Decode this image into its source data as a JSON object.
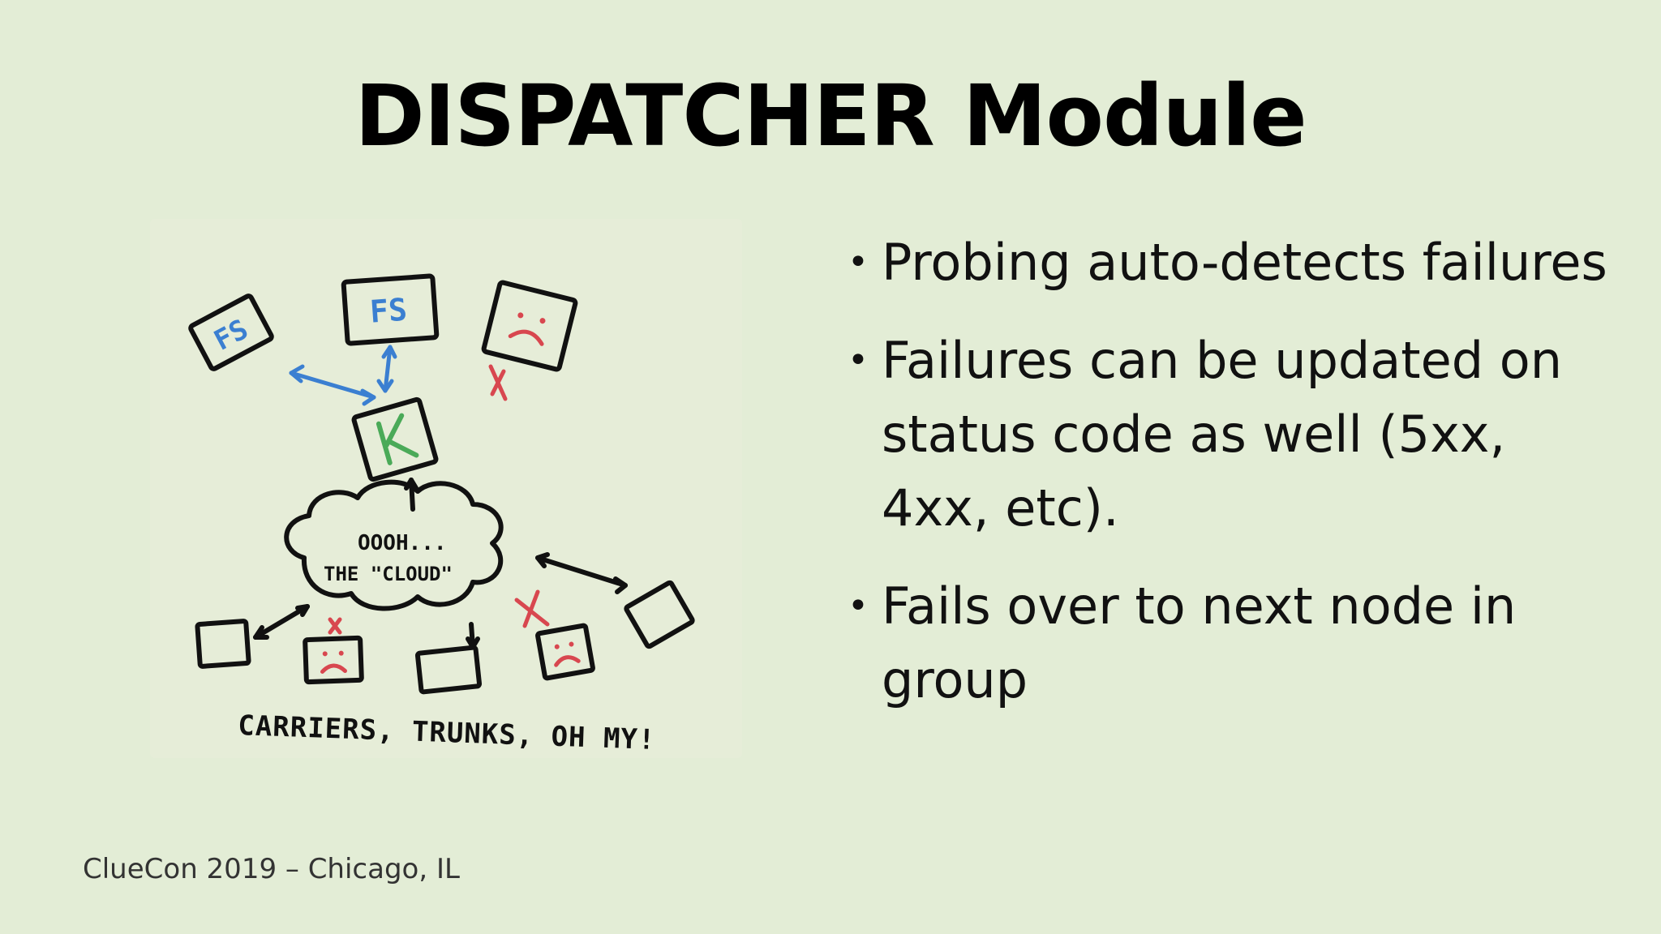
{
  "slide": {
    "title": "DISPATCHER Module",
    "footer": "ClueCon 2019 – Chicago, IL"
  },
  "bullets": [
    {
      "text": "Probing auto-detects failures"
    },
    {
      "text": "Failures can be updated on status code as well (5xx, 4xx, etc)."
    },
    {
      "text": "Fails over to next node in group"
    }
  ],
  "sketch": {
    "fs_label_1": "FS",
    "fs_label_2": "FS",
    "k_label": "K",
    "cloud_line_1": "OOOH...",
    "cloud_line_2": "THE \"CLOUD\"",
    "caption": "CARRIERS, TRUNKS, OH MY!",
    "colors": {
      "blue": "#3b7fd1",
      "red": "#d8474f",
      "green": "#4aaa58"
    }
  }
}
